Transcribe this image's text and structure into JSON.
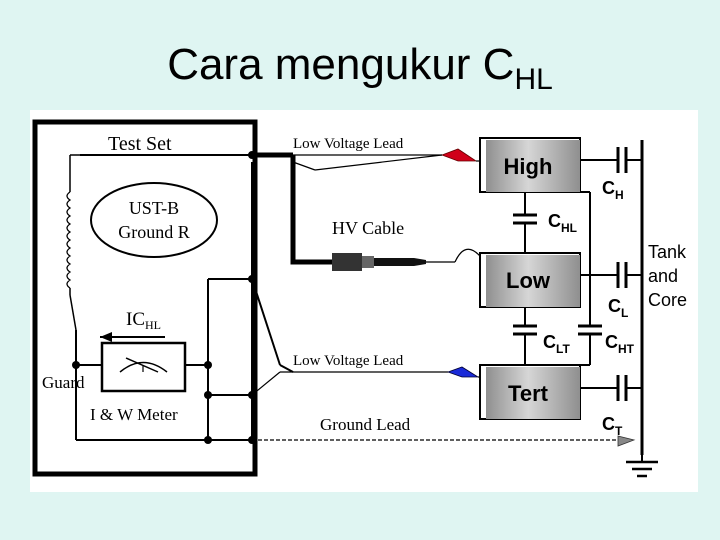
{
  "title": {
    "main": "Cara mengukur C",
    "sub": "HL"
  },
  "diagram": {
    "test_set": "Test Set",
    "ust_b": "UST-B",
    "ground_r": "Ground R",
    "ic": "IC",
    "ic_sub": "HL",
    "guard": "Guard",
    "meter": "I & W Meter",
    "lv_lead_top": "Low Voltage Lead",
    "hv_cable": "HV Cable",
    "lv_lead_bottom": "Low Voltage Lead",
    "ground_lead": "Ground Lead",
    "box_high": "High",
    "box_low": "Low",
    "box_tert": "Tert",
    "cap_c": "C",
    "sub_h": "H",
    "sub_hl": "HL",
    "sub_l": "L",
    "sub_lt": "LT",
    "sub_ht": "HT",
    "sub_t": "T",
    "tank_1": "Tank",
    "tank_2": "and",
    "tank_3": "Core",
    "colors": {
      "red_clip": "#d0001a",
      "blue_clip": "#1a2ad8",
      "box_gray": "#b8b8b8"
    }
  }
}
